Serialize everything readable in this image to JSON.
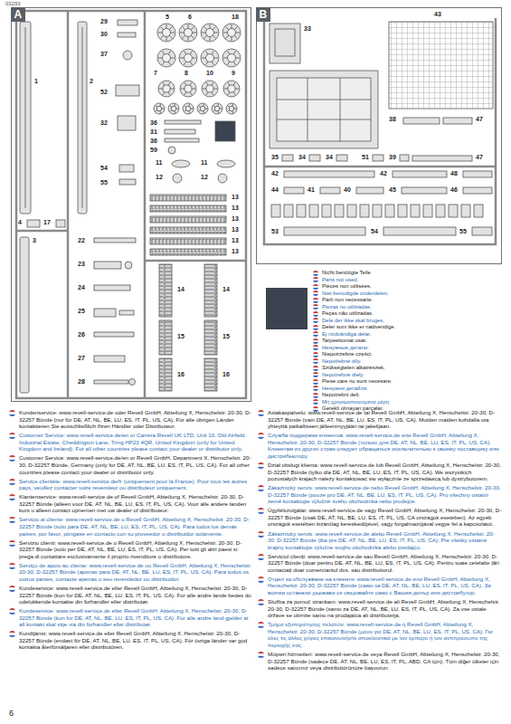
{
  "diagram": {
    "nodes": [
      {
        "text": [
          "A"
        ]
      },
      {
        "text": [
          "B"
        ]
      }
    ],
    "labels": [
      "03293",
      "29",
      "30",
      "37",
      "52",
      "32",
      "54",
      "55",
      "5",
      "6",
      "18",
      "7",
      "8",
      "10",
      "9",
      "36",
      "31",
      "36",
      "59",
      "1",
      "2",
      "4",
      "17",
      "3",
      "22",
      "23",
      "24",
      "25",
      "26",
      "27",
      "28",
      "11",
      "11",
      "12",
      "12",
      "13",
      "13",
      "13",
      "13",
      "13",
      "13",
      "14",
      "14",
      "15",
      "15",
      "16",
      "16",
      "33",
      "43",
      "38",
      "47",
      "35",
      "34",
      "34",
      "51",
      "39",
      "47",
      "42",
      "42",
      "48",
      "44",
      "41",
      "40",
      "45",
      "46",
      "53",
      "54",
      "55",
      "Nicht benötigte Teile",
      "Parts not used.",
      "Pièces non utilisées.",
      "Niet benodigde onderdelen.",
      "Parti non necessarie.",
      "Piezas no utilizadas.",
      "Peças não utilizadas.",
      "Dele der ikke skal bruges.",
      "Deler som ikke er nødvendige.",
      "Ej nödvändiga delar.",
      "Tarpeettomat osat.",
      "Ненужные детали.",
      "Niepotrzebne części.",
      "Nepotřebné díly.",
      "Szükségtelen alkatrészek.",
      "Nepotrebné diely.",
      "Piese care nu sunt necesare.",
      "Ненужни детайли.",
      "Nepotrebni deli.",
      "Μη χρησιμοποιούμενα μέρη",
      "Gerekli olmayan parçalar.",
      "Kundenservice: www.revell-service.de oder Revell GmbH, Abteilung X, Henschelstr. 20-30, D-32257 Bünde (nur für DE, AT, NL, BE, LU, ES, IT, PL, US, CA). Für alle übrigen Länder kontaktieren Sie ausschließlich Ihren Händler oder Distributeur.",
      "Customer Service: www.revell-service.de/en or Carrera Revell UK LTD, Unit 10, Old Airfield Industrial Estate, Cheddington Lane, Tring HP23 4QR, United Kingdom (only for United Kingdom and Ireland). For all other countries please contact your dealer or distributor only.",
      "Customer Service: www.revell-service.de/en or Revell GmbH, Department X, Henschelstr. 20-30, D-32257 Bünde, Germany (only for DE, AT, NL, BE, LU, ES, IT, PL, US, CA). For all other countries please contact your dealer or distributor only.",
      "Service clientèle: www.revell-service.de/fr (uniquement pour la France). Pour tous les autres pays, veuillez contacter votre revendeur ou distributeur uniquement.",
      "Klantenservice: www.revell-service.de of Revell GmbH, Abteilung X, Henschelstr. 20-30, D-32257 Bünde (alleen voor DE, AT, NL, BE, LU, ES, IT, PL, US, CA). Voor alle andere landen kunt u alleen contact opnemen met uw dealer of distributeur.",
      "Servicio al cliente: www.revell-service.de o Revell GmbH, Abteilung X, Henschelstr. 20-30, D-32257 Bünde (sólo para DE, AT, NL, BE, LU, ES, IT, PL, US, CA). Para todos los demás países, por favor, póngase en contacto con su proveedor o distribuidor solamente.",
      "Servizio clienti: www.revell-service.de o Revell GmbH, Abteilung X, Henschelstr. 20-30, D-32257 Bünde (solo per DE, AT, NL, BE, LU, ES, IT, PL, US, CA). Per tutti gli altri paesi si prega di contattare esclusivamente il proprio rivenditore o distributore.",
      "Serviço de apoio ao cliente: www.revell-service.de ou Revell GmbH, Abteilung X, Henschelstr. 20-30, D-32257 Bünde (apenas para DE, AT, NL, BE, LU, ES, IT, PL, US, CA). Para todos os outros países, contacte apenas o seu revendedor ou distribuidor.",
      "Kundeservice: www.revell-service.de eller Revell GmbH, Abteilung X, Henschelstr. 20-30, D-32257 Bünde (kun for DE, AT, NL, BE, LU, ES, IT, PL, US, CA). For alle andre lande bedes du udelukkende kontakte din forhandler eller distributør.",
      "Kundeservice: www.revell-service.de eller Revell GmbH, Abteilung X, Henschelstr. 20-30, D-32257 Bünde (kun for DE, AT, NL, BE, LU, ES, IT, PL, US, CA). For alle andre land gjelder at all kontakt skal skje via din forhandler eller distributør.",
      "Kundtjänst: www.revell-service.de eller Revell GmbH, Abteilung X, Henschelstr. 20-30, D-32257 Bünde (endast för DE, AT, NL, BE, LU, ES, IT, PL, US, CA). För övriga länder var god kontakta återförsäljaren eller distributören.",
      "Asiakaspalvelu: www.revell-service.de tai Revell GmbH, Abteilung X, Henschelstr. 20-30, D-32257 Bünde (vain DE, AT, NL, BE, LU, ES, IT, PL, US, CA). Muiden maiden kohdalla ota yhteyttä paikalliseen jälleenmyyjään tai jakelijaan.",
      "Служба поддержки клиентов: www.revell-service.de или Revell GmbH, Abteilung X, Henschelstr. 20-30, D-32257 Bünde (только для DE, AT, NL, BE, LU, ES, IT, PL, US, CA). Клиентам из других стран следует обращаться исключительно к своему поставщику или дистрибьютору.",
      "Dział obsługi klienta: www.revell-service.de lub Revell GmbH, Abteilung X, Henschelstr. 20-30, D-32257 Bünde (tylko dla DE, AT, NL, BE, LU, ES, IT, PL, US, CA). We wszystkich pozostałych krajach należy kontaktować się wyłącznie ze sprzedawcą lub dystrybutorem.",
      "Zákaznický servis: www.revell-service.de nebo Revell GmbH, Abteilung X, Henschelstr. 20-30, D-32257 Bünde (pouze pro DE, AT, NL, BE, LU, ES, IT, PL, US, CA). Pro všechny ostatní země kontaktujte výlučně svého obchodníka nebo prodejce.",
      "Ügyfélszolgálat: www.revell-service.de vagy Revell GmbH, Abteilung X, Henschelstr. 20-30, D-32257 Bünde (csak DE, AT, NL, BE, LU, ES, IT, PL, US, CA országok esetében). Az egyéb országok esetében kizárólag kereskedőjével, vagy forgalmazójával vegye fel a kapcsolatot.",
      "Zákaznícky servis: www.revell-service.de alebo Revell GmbH, Abteilung X, Henschelstr. 20-30, D-32257 Bünde (iba pre DE, AT, NL, BE, LU, ES, IT, PL, US, CA). Pre všetky ostatné krajiny kontaktujte výlučne svojho obchodníka alebo predajcu.",
      "Serviciul clienți: www.revell-service.de sau Revell GmbH, Abteilung X, Henschelstr. 20-30, D-32257 Bünde (doar pentru DE, AT, NL, BE, LU, ES, IT, PL, US, CA). Pentru toate celelalte țări contactați doar comerciantul dvs. sau distribuitorul.",
      "Отдел за обслужване на клиенти: www.revell-service.de или Revell GmbH, Abteilung X, Henschelstr. 20-30, D-32257 Bünde (само за DE, AT, NL, BE, LU, ES, IT, PL, US, CA). За всички останали държави се свързвайте само с Вашия дилър или дистрибутор.",
      "Služba za pomoč strankam: www.revell-service.de ali Revell GmbH, Abteilung X, Henschelstr. 20-30, D-32257 Bünde (samo za DE, AT, NL, BE, LU, ES, IT, PL, US, CA). Za vse ostale države se obrnite samo na prodajalca ali distributerja.",
      "Τμήμα εξυπηρέτησης πελατών: www.revell-service.de ή Revell GmbH, Abteilung X, Henschelstr. 20-30, D-32257 Bünde (μόνο για DE, AT, NL, BE, LU, ES, IT, PL, US, CA). Για όλες τις άλλες χώρες επικοινωνήστε αποκλειστικά με τον έμπορο ή τον αντιπρόσωπο της περιοχής σας.",
      "Müşteri hizmetleri: www.revell-service.de veya Revell GmbH, Abteilung X, Henschelstr. 20-30, D-32257 Bünde (sadece DE, AT, NL, BE, LU, ES, IT, PL, ABD, CA için). Tüm diğer ülkeler için sadece satıcınız veya distribütörünüze başvurun.",
      "6"
    ]
  }
}
